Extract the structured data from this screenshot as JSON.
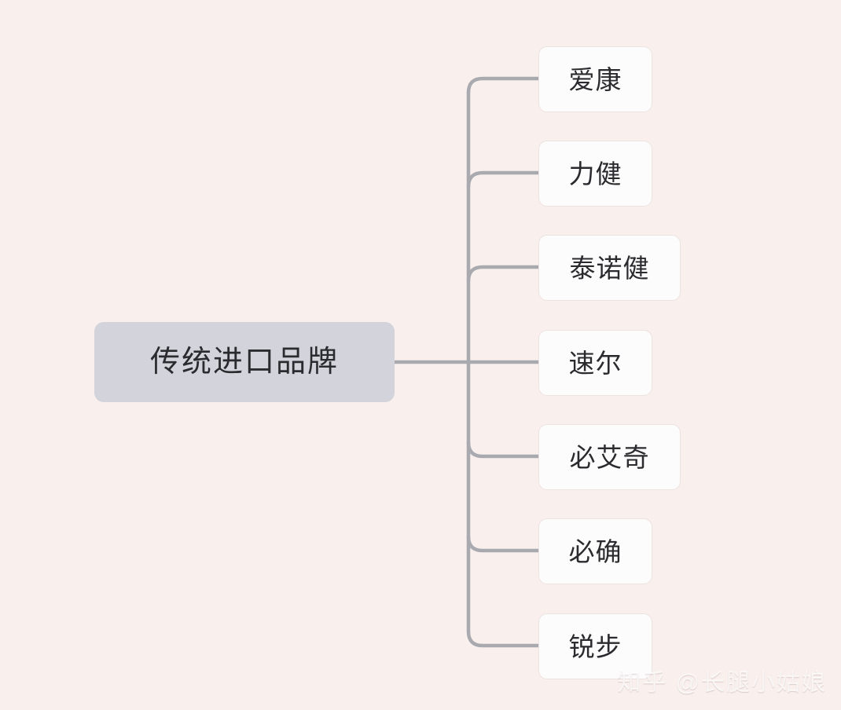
{
  "diagram": {
    "type": "mindmap",
    "title": "传统进口品牌",
    "background_color": "#f9efec",
    "root": {
      "label": "传统进口品牌",
      "fill_color": "#d3d3db",
      "text_color": "#2b2b2f"
    },
    "connector_color": "#a9a9b0",
    "children": [
      {
        "label": "爱康"
      },
      {
        "label": "力健"
      },
      {
        "label": "泰诺健"
      },
      {
        "label": "速尔"
      },
      {
        "label": "必艾奇"
      },
      {
        "label": "必确"
      },
      {
        "label": "锐步"
      }
    ]
  },
  "watermark": {
    "text": "知乎 @长腿小姑娘"
  }
}
